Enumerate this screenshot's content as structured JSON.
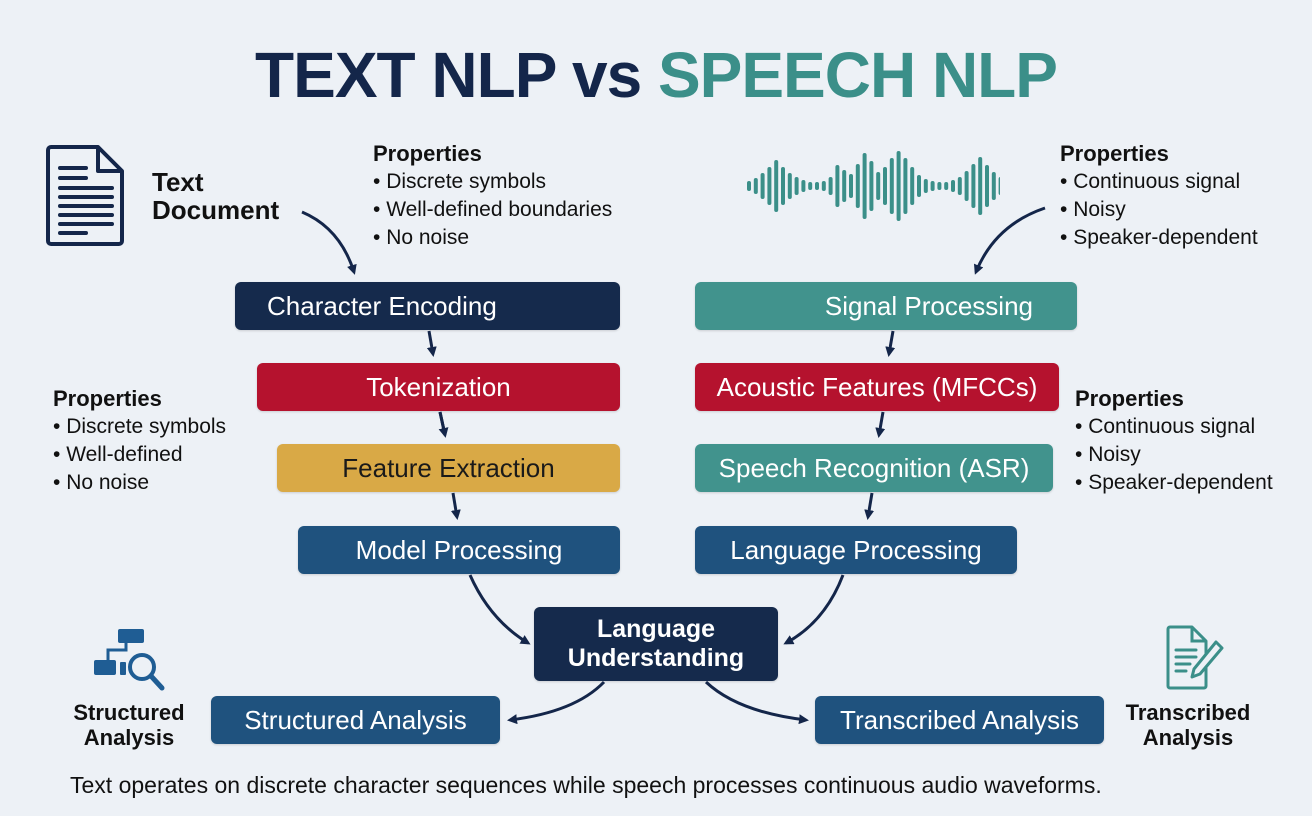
{
  "title": {
    "part1": "TEXT NLP vs",
    "part2": "SPEECH NLP"
  },
  "colors": {
    "navy": "#152a4c",
    "red": "#b5122e",
    "gold": "#d9a946",
    "blue": "#1f527e",
    "teal": "#41938d",
    "background": "#edf1f6"
  },
  "text_side": {
    "source_label_line1": "Text",
    "source_label_line2": "Document",
    "source_icon": "document-icon",
    "properties_top": {
      "heading": "Properties",
      "items": [
        "Discrete symbols",
        "Well-defined boundaries",
        "No noise"
      ]
    },
    "properties_left": {
      "heading": "Properties",
      "items": [
        "Discrete symbols",
        "Well-defined",
        "No noise"
      ]
    },
    "steps": [
      "Character Encoding",
      "Tokenization",
      "Feature Extraction",
      "Model Processing"
    ]
  },
  "speech_side": {
    "source_icon": "waveform-icon",
    "properties_top": {
      "heading": "Properties",
      "items": [
        "Continuous signal",
        "Noisy",
        "Speaker-dependent"
      ]
    },
    "properties_right": {
      "heading": "Properties",
      "items": [
        "Continuous signal",
        "Noisy",
        "Speaker-dependent"
      ]
    },
    "steps": [
      "Signal Processing",
      "Acoustic Features (MFCCs)",
      "Speech Recognition (ASR)",
      "Language Processing"
    ]
  },
  "center": {
    "line1": "Language",
    "line2": "Understanding"
  },
  "outputs": {
    "left_box": "Structured Analysis",
    "left_label_line1": "Structured",
    "left_label_line2": "Analysis",
    "left_icon": "structure-search-icon",
    "right_box": "Transcribed Analysis",
    "right_label_line1": "Transcribed",
    "right_label_line2": "Analysis",
    "right_icon": "document-edit-icon"
  },
  "caption": "Text operates on discrete character sequences while speech processes continuous audio waveforms."
}
